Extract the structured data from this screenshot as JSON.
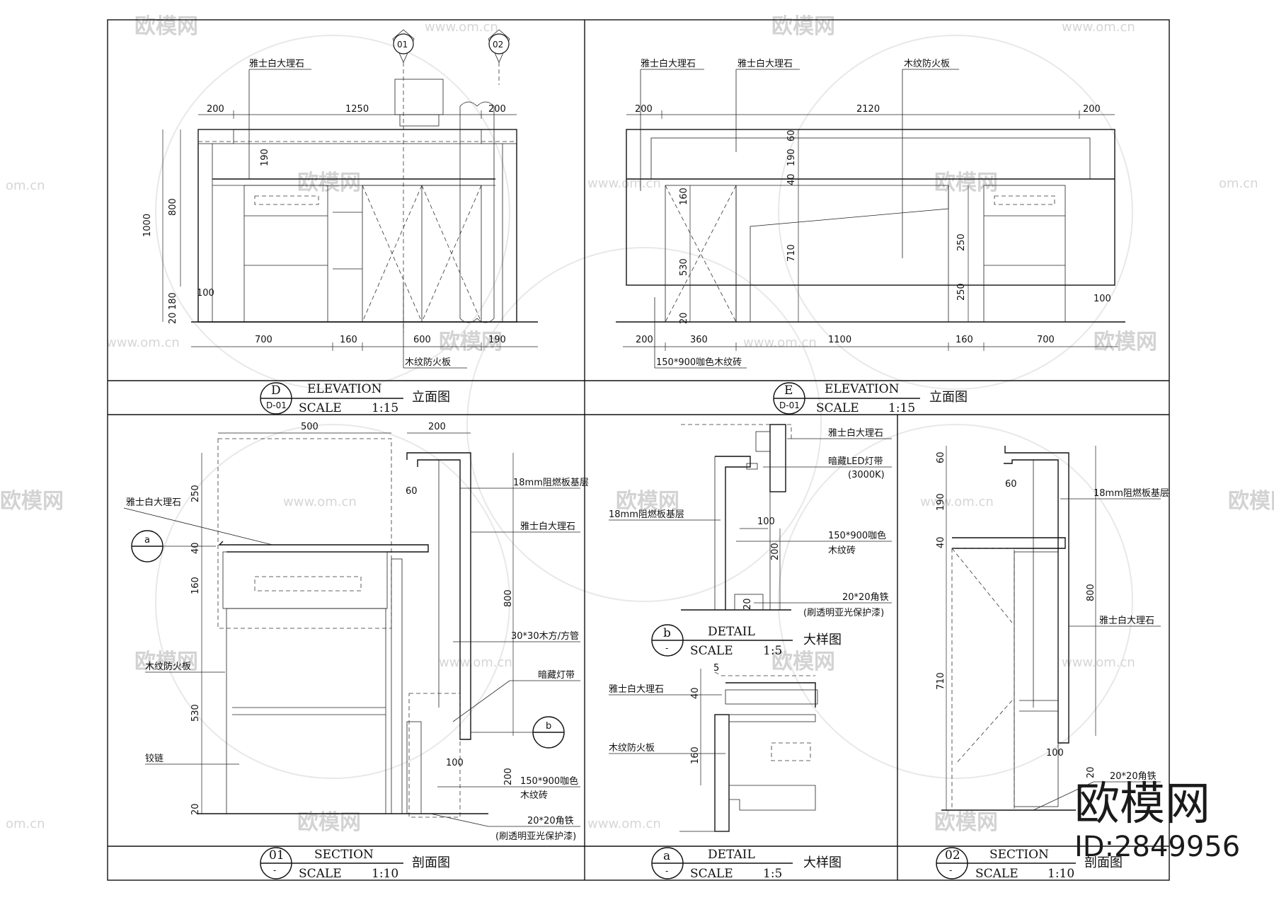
{
  "watermark": {
    "brand": "欧模网",
    "url": "www.om.cn",
    "url_short": "om.cn"
  },
  "stamp": {
    "brand": "欧模网",
    "id": "ID:2849956"
  },
  "panels": {
    "elev_d": {
      "title": "ELEVATION",
      "scale_label": "SCALE",
      "scale": "1:15",
      "name_cn": "立面图",
      "tag_letter": "D",
      "tag_ref": "D-01",
      "section_markers": [
        "01",
        "02"
      ],
      "labels": {
        "marble": "雅士白大理石",
        "wood_board": "木纹防火板"
      },
      "dims_top": [
        "200",
        "1250",
        "200"
      ],
      "dims_bottom": [
        "700",
        "160",
        "600",
        "190"
      ],
      "dims_left": [
        "1000",
        "800",
        "190",
        "180",
        "20",
        "100"
      ]
    },
    "elev_e": {
      "title": "ELEVATION",
      "scale_label": "SCALE",
      "scale": "1:15",
      "name_cn": "立面图",
      "tag_letter": "E",
      "tag_ref": "D-01",
      "labels": {
        "marble1": "雅士白大理石",
        "marble2": "雅士白大理石",
        "wood_board": "木纹防火板",
        "tile": "150*900咖色木纹砖"
      },
      "dims_top": [
        "200",
        "2120",
        "200"
      ],
      "dims_bottom": [
        "200",
        "360",
        "1100",
        "160",
        "700"
      ],
      "dims_mid": [
        "60",
        "190",
        "40",
        "160",
        "530",
        "710",
        "20",
        "250",
        "250",
        "100"
      ]
    },
    "sec_01": {
      "title": "SECTION",
      "scale_label": "SCALE",
      "scale": "1:10",
      "name_cn": "剖面图",
      "tag_num": "01",
      "tag_ref": "-",
      "callouts": [
        "a",
        "b"
      ],
      "labels": {
        "marble_left": "雅士白大理石",
        "base18": "18mm阻燃板基层",
        "marble_right": "雅士白大理石",
        "tube": "30*30木方/方管",
        "led": "暗藏灯带",
        "wood_board": "木纹防火板",
        "hinge": "铰链",
        "tile": "150*900咖色",
        "tile2": "木纹砖",
        "angle": "20*20角铁",
        "paint": "(刷透明亚光保护漆)"
      },
      "dims": [
        "500",
        "200",
        "60",
        "250",
        "40",
        "160",
        "800",
        "530",
        "20",
        "100",
        "200"
      ]
    },
    "det_b": {
      "title": "DETAIL",
      "scale_label": "SCALE",
      "scale": "1:5",
      "name_cn": "大样图",
      "tag_letter": "b",
      "tag_ref": "-",
      "labels": {
        "marble": "雅士白大理石",
        "led": "暗藏LED灯带",
        "led_k": "(3000K)",
        "base18": "18mm阻燃板基层",
        "tile": "150*900咖色",
        "tile2": "木纹砖",
        "angle": "20*20角铁",
        "paint": "(刷透明亚光保护漆)"
      },
      "dims": [
        "100",
        "200",
        "20"
      ]
    },
    "det_a": {
      "title": "DETAIL",
      "scale_label": "SCALE",
      "scale": "1:5",
      "name_cn": "大样图",
      "tag_letter": "a",
      "tag_ref": "-",
      "labels": {
        "marble": "雅士白大理石",
        "wood_board": "木纹防火板"
      },
      "dims": [
        "40",
        "160",
        "5"
      ]
    },
    "sec_02": {
      "title": "SECTION",
      "scale_label": "SCALE",
      "scale": "1:10",
      "name_cn": "剖面图",
      "tag_num": "02",
      "tag_ref": "-",
      "labels": {
        "base18": "18mm阻燃板基层",
        "marble": "雅士白大理石",
        "angle": "20*20角铁"
      },
      "dims": [
        "60",
        "190",
        "40",
        "60",
        "800",
        "710",
        "100",
        "20"
      ]
    }
  }
}
